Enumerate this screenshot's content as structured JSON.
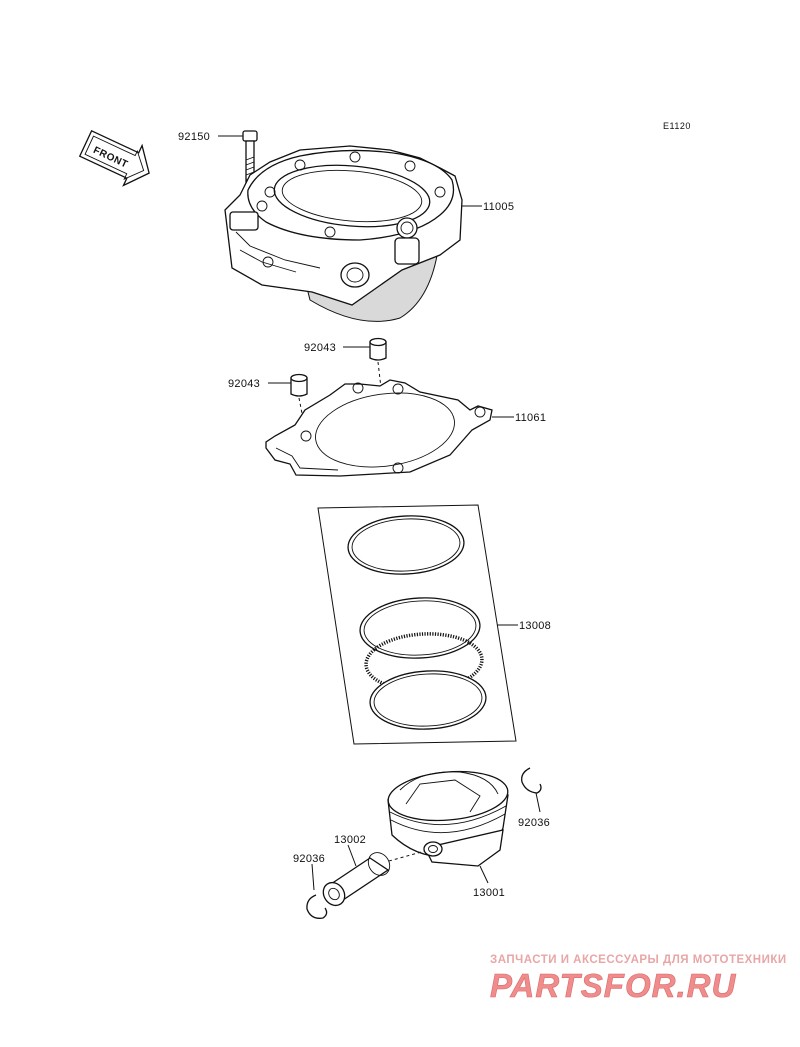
{
  "diagram": {
    "code": "E1120",
    "front_label": "FRONT",
    "parts": {
      "bolt": "92150",
      "cylinder": "11005",
      "dowel_upper": "92043",
      "dowel_lower": "92043",
      "gasket": "11061",
      "ring_set": "13008",
      "piston_pin": "13002",
      "circlip_right": "92036",
      "circlip_left": "92036",
      "piston": "13001"
    }
  },
  "watermark": {
    "tagline": "ЗАПЧАСТИ И АКСЕССУАРЫ ДЛЯ МОТОТЕХНИКИ",
    "brand": "PARTSFOR.RU",
    "tagline_color": "#e8a6a6",
    "brand_color": "#f08c8c"
  }
}
